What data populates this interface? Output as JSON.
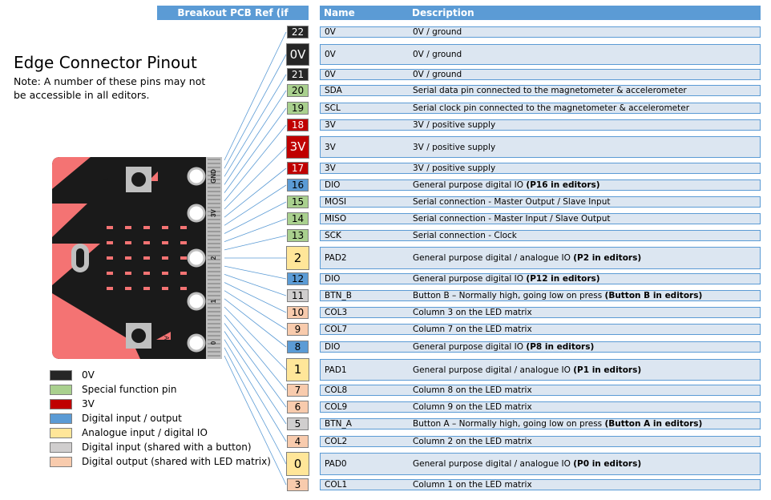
{
  "title": "Edge Connector Pinout",
  "note": "Note: A number of these pins may not be accessible in all editors.",
  "header": {
    "ref": "Breakout PCB Ref (if applicable)",
    "name": "Name",
    "description": "Description"
  },
  "colors": {
    "ground": "#262626",
    "special": "#a9d08e",
    "power": "#c00000",
    "digital": "#5b9bd5",
    "analogue": "#ffe699",
    "button": "#d0cece",
    "led": "#f8cbad",
    "board": "#1a1a1a",
    "board_accent": "#f47373",
    "header_blue": "#5b9bd5",
    "row_bg": "#dce6f1"
  },
  "legend": [
    {
      "label": "0V",
      "color": "#262626"
    },
    {
      "label": "Special function pin",
      "color": "#a9d08e"
    },
    {
      "label": "3V",
      "color": "#c00000"
    },
    {
      "label": "Digital input / output",
      "color": "#5b9bd5"
    },
    {
      "label": "Analogue input / digital IO",
      "color": "#ffe699"
    },
    {
      "label": "Digital input (shared with a button)",
      "color": "#d0cece"
    },
    {
      "label": "Digital output (shared with LED matrix)",
      "color": "#f8cbad"
    }
  ],
  "board": {
    "labels": [
      "GND",
      "3V",
      "2",
      "1",
      "0"
    ],
    "button_a": "A",
    "button_b": "B"
  },
  "pins": [
    {
      "ref": "22",
      "name": "0V",
      "desc": "0V / ground",
      "desc_bold": "",
      "type": "ground",
      "big": false
    },
    {
      "ref": "0V",
      "name": "0V",
      "desc": "0V / ground",
      "desc_bold": "",
      "type": "ground",
      "big": true
    },
    {
      "ref": "21",
      "name": "0V",
      "desc": "0V / ground",
      "desc_bold": "",
      "type": "ground",
      "big": false
    },
    {
      "ref": "20",
      "name": "SDA",
      "desc": "Serial data pin connected to the magnetometer & accelerometer",
      "desc_bold": "",
      "type": "special",
      "big": false
    },
    {
      "ref": "19",
      "name": "SCL",
      "desc": "Serial clock pin connected to the magnetometer & accelerometer",
      "desc_bold": "",
      "type": "special",
      "big": false
    },
    {
      "ref": "18",
      "name": "3V",
      "desc": "3V / positive supply",
      "desc_bold": "",
      "type": "power",
      "big": false
    },
    {
      "ref": "3V",
      "name": "3V",
      "desc": "3V / positive supply",
      "desc_bold": "",
      "type": "power",
      "big": true
    },
    {
      "ref": "17",
      "name": "3V",
      "desc": "3V / positive supply",
      "desc_bold": "",
      "type": "power",
      "big": false
    },
    {
      "ref": "16",
      "name": "DIO",
      "desc": "General purpose digital IO ",
      "desc_bold": "(P16 in editors)",
      "type": "digital",
      "big": false
    },
    {
      "ref": "15",
      "name": "MOSI",
      "desc": "Serial connection - Master Output / Slave Input",
      "desc_bold": "",
      "type": "special",
      "big": false
    },
    {
      "ref": "14",
      "name": "MISO",
      "desc": "Serial connection - Master Input / Slave Output",
      "desc_bold": "",
      "type": "special",
      "big": false
    },
    {
      "ref": "13",
      "name": "SCK",
      "desc": "Serial connection - Clock",
      "desc_bold": "",
      "type": "special",
      "big": false
    },
    {
      "ref": "2",
      "name": "PAD2",
      "desc": "General purpose digital / analogue IO ",
      "desc_bold": "(P2 in editors)",
      "type": "analogue",
      "big": true
    },
    {
      "ref": "12",
      "name": "DIO",
      "desc": "General purpose digital IO ",
      "desc_bold": "(P12 in editors)",
      "type": "digital",
      "big": false
    },
    {
      "ref": "11",
      "name": "BTN_B",
      "desc": "Button B – Normally high, going low on press ",
      "desc_bold": "(Button B in editors)",
      "type": "button",
      "big": false
    },
    {
      "ref": "10",
      "name": "COL3",
      "desc": "Column 3 on the LED matrix",
      "desc_bold": "",
      "type": "led",
      "big": false
    },
    {
      "ref": "9",
      "name": "COL7",
      "desc": "Column 7 on the LED matrix",
      "desc_bold": "",
      "type": "led",
      "big": false
    },
    {
      "ref": "8",
      "name": "DIO",
      "desc": "General purpose digital IO ",
      "desc_bold": "(P8 in editors)",
      "type": "digital",
      "big": false
    },
    {
      "ref": "1",
      "name": "PAD1",
      "desc": "General purpose digital / analogue IO ",
      "desc_bold": "(P1 in editors)",
      "type": "analogue",
      "big": true
    },
    {
      "ref": "7",
      "name": "COL8",
      "desc": "Column 8 on the LED matrix",
      "desc_bold": "",
      "type": "led",
      "big": false
    },
    {
      "ref": "6",
      "name": "COL9",
      "desc": "Column 9 on the LED matrix",
      "desc_bold": "",
      "type": "led",
      "big": false
    },
    {
      "ref": "5",
      "name": "BTN_A",
      "desc": "Button A – Normally high, going low on press ",
      "desc_bold": "(Button A in editors)",
      "type": "button",
      "big": false
    },
    {
      "ref": "4",
      "name": "COL2",
      "desc": "Column 2 on the LED matrix",
      "desc_bold": "",
      "type": "led",
      "big": false
    },
    {
      "ref": "0",
      "name": "PAD0",
      "desc": "General purpose digital / analogue IO ",
      "desc_bold": "(P0 in editors)",
      "type": "analogue",
      "big": true
    },
    {
      "ref": "3",
      "name": "COL1",
      "desc": "Column 1 on the LED matrix",
      "desc_bold": "",
      "type": "led",
      "big": false
    }
  ]
}
